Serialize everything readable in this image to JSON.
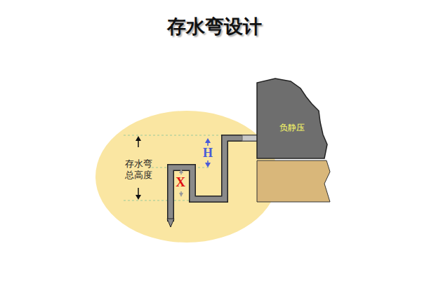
{
  "diagram": {
    "title": "存水弯设计",
    "nodes": [
      {
        "text": [
          "负静压"
        ]
      }
    ],
    "labels": [
      "存水弯 总高度",
      "H",
      "X"
    ]
  }
}
